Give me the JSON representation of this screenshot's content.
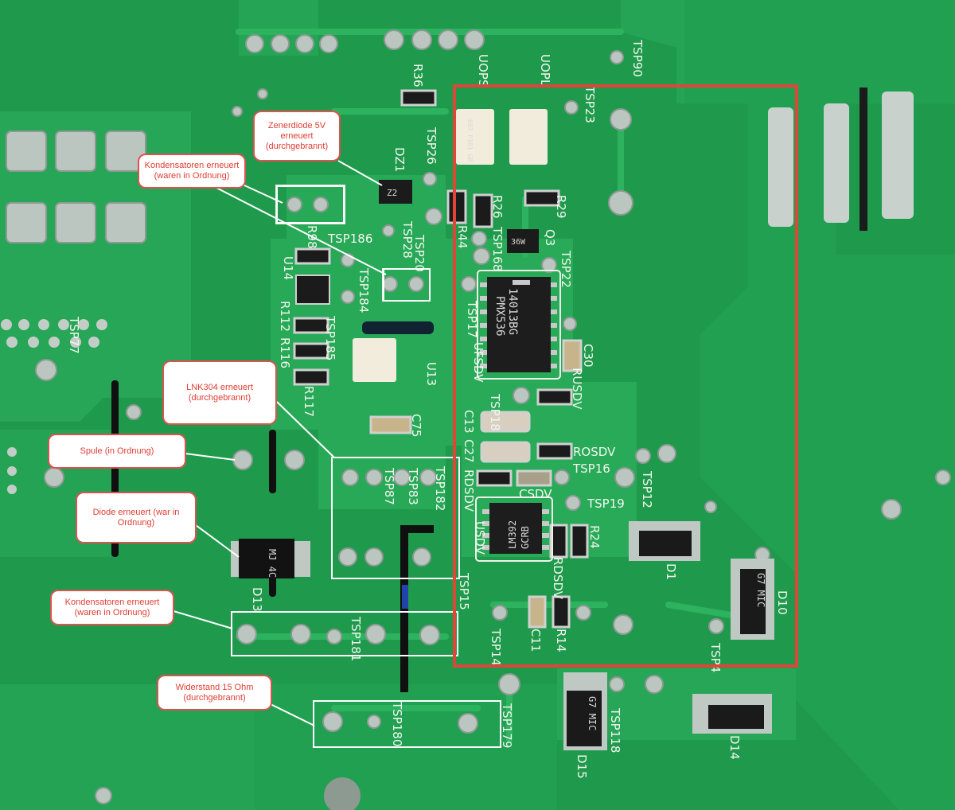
{
  "colors": {
    "board": "#1f9a4c",
    "board_dark": "#158a40",
    "trace": "#27a957",
    "silk": "#f2f7ee",
    "solder": "#b9c3bd",
    "chip": "#1d1d1d",
    "callout_text": "#e03c31",
    "callout_border": "#d9534f",
    "frame_red": "#e0453a",
    "box_white": "#ffffff"
  },
  "callouts": {
    "zener": "Zenerdiode 5V erneuert (durchgebrannt)",
    "cap_top": "Kondensatoren erneuert (waren in Ordnung)",
    "lnk": "LNK304 erneuert (durchgebrannt)",
    "coil": "Spule (in Ordnung)",
    "diode": "Diode erneuert (war in Ordnung)",
    "cap_bottom": "Kondensatoren erneuert (waren in Ordnung)",
    "resistor": "Widerstand 15 Ohm (durchgebrannt)"
  },
  "silk_labels": {
    "tsp90": "TSP90",
    "r36": "R36",
    "uops": "UOPS",
    "uopl": "UOPL",
    "tsp23": "TSP23",
    "tsp26": "TSP26",
    "dz1": "DZ1",
    "tsp186": "TSP186",
    "tsp28": "TSP28",
    "tsp20": "TSP20",
    "r44": "R44",
    "r26": "R26",
    "tsp168": "TSP168",
    "r29": "R29",
    "q3": "Q3",
    "tsp22": "TSP22",
    "r98": "R98",
    "u14": "U14",
    "tsp184": "TSP184",
    "r112": "R112",
    "tsp185": "TSP185",
    "r116": "R116",
    "r117": "R117",
    "u13": "U13",
    "tsp77": "TSP77",
    "tsp17": "TSP17",
    "ufsdv": "UFSDV",
    "c30": "C30",
    "rusdv": "RUSDV",
    "tsp18": "TSP18",
    "c13": "C13",
    "c27": "C27",
    "rosdv": "ROSDV",
    "tsp16": "TSP16",
    "c75": "C75",
    "tsp87": "TSP87",
    "tsp83": "TSP83",
    "tsp182": "TSP182",
    "rdsdv": "RDSDV",
    "csdv": "CSDV",
    "tsp19": "TSP19",
    "tsp12": "TSP12",
    "r24": "R24",
    "usdv": "USDV",
    "rdsdv2": "RDSDV",
    "tsp15": "TSP15",
    "d1": "D1",
    "d10": "D10",
    "d13": "D13",
    "tsp181": "TSP181",
    "c11": "C11",
    "r14": "R14",
    "tsp14": "TSP14",
    "tsp4": "TSP4",
    "tsp180": "TSP180",
    "tsp179": "TSP179",
    "d15": "D15",
    "tsp118": "TSP118",
    "d14": "D14"
  },
  "chip_marks": {
    "ic_main_1": "14013BG",
    "ic_main_2": "PMX536",
    "ic_small_1": "LM392",
    "ic_small_2": "GCRB",
    "diode_d10": "G7 MIC",
    "diode_d15": "G7 MIC",
    "diode_d13": "MJ 4C",
    "zener_mark": "Z2",
    "q3_mark": "36W",
    "opto": "603 P181 G8"
  }
}
